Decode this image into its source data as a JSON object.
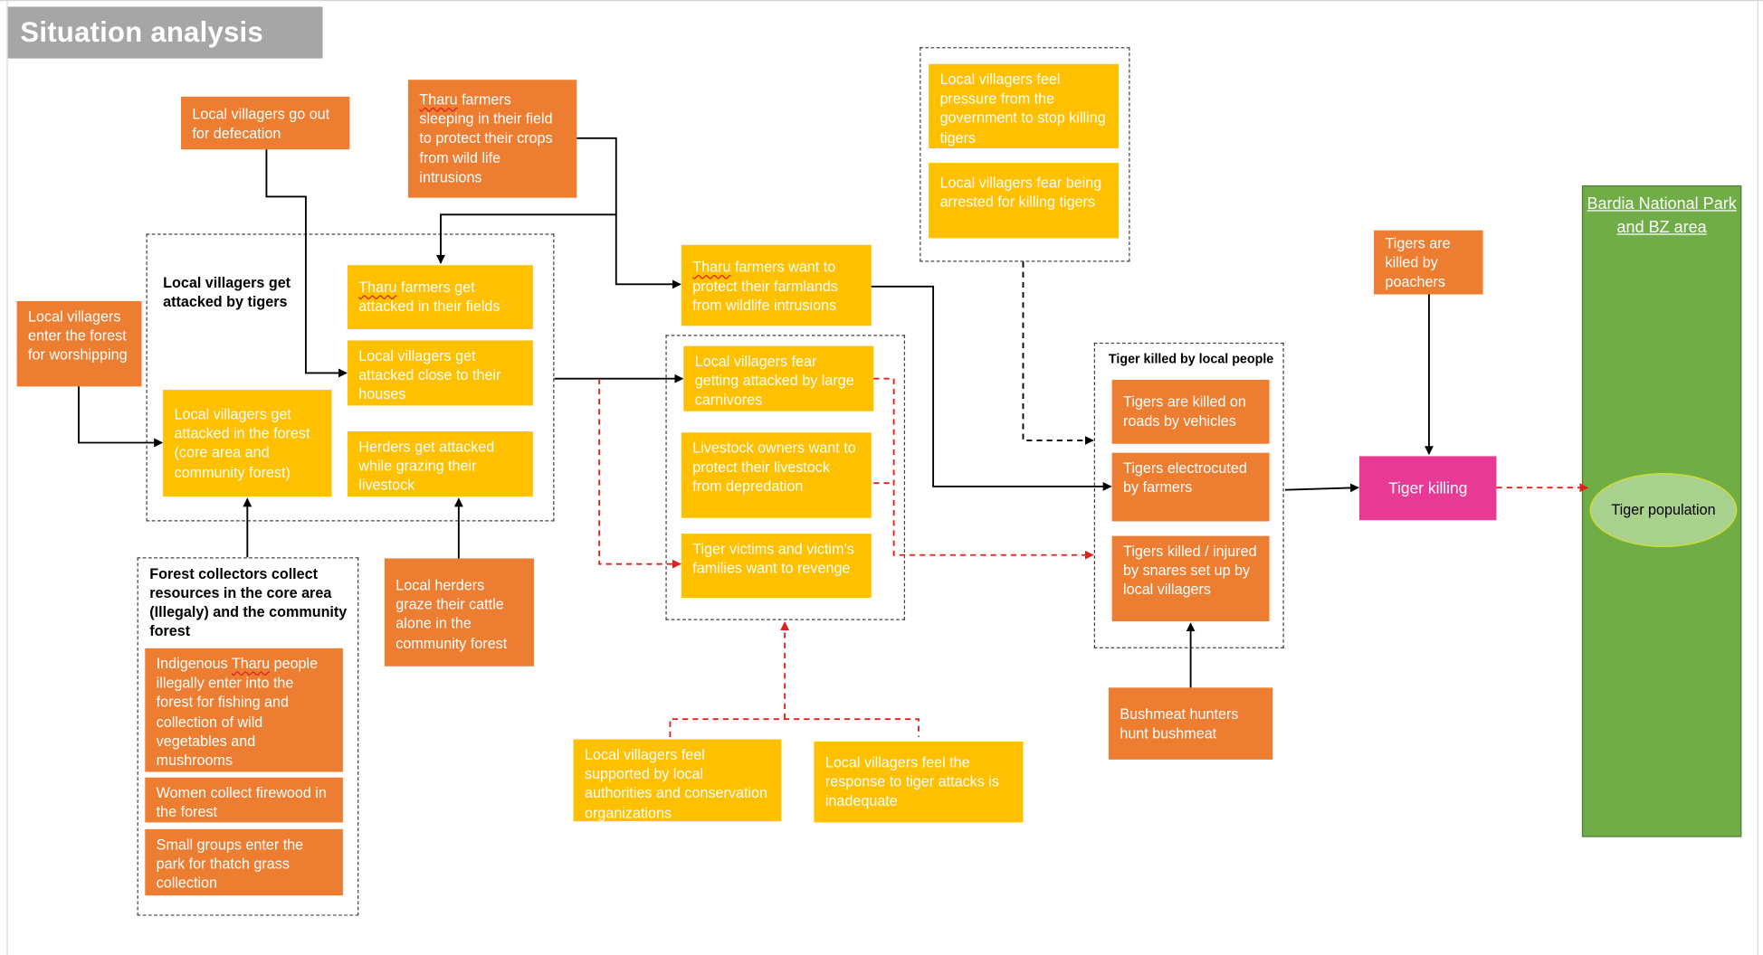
{
  "title": "Situation analysis",
  "groups": {
    "attacked": "Local villagers get attacked by tigers",
    "forest_collectors": "Forest collectors collect resources in the core area (Illegaly)  and the community forest",
    "tiger_killed": "Tiger killed by local people"
  },
  "boxes": {
    "defecation": "Local villagers go out for defecation",
    "tharu_sleeping": "Tharu farmers sleeping in their field to protect their crops from wild life intrusions",
    "worshipping": "Local villagers enter the forest for worshipping",
    "attacked_fields": "Tharu farmers get attacked in their fields",
    "attacked_houses": "Local villagers get attacked close to their houses",
    "attacked_forest": "Local villagers get attacked in the forest (core area and community forest)",
    "herders_attacked": "Herders get attacked while grazing their livestock",
    "fishing": "Indigenous Tharu people illegally enter into the forest for fishing and collection of wild vegetables and mushrooms",
    "firewood": "Women collect firewood in the forest",
    "thatch": "Small groups enter the park for thatch grass collection",
    "local_herders": "Local herders graze their cattle alone in the community forest",
    "protect_farmlands": "Tharu farmers want to protect their farmlands from wildlife intrusions",
    "fear_carnivores": "Local villagers fear getting attacked by large carnivores",
    "livestock_owners": "Livestock owners want to protect their livestock from depredation",
    "revenge": "Tiger victims and victim’s families want to revenge",
    "supported": "Local villagers feel supported by local authorities and conservation organizations",
    "inadequate": "Local villagers feel the response to tiger attacks is inadequate",
    "pressure": "Local villagers feel pressure from the government to stop killing tigers",
    "fear_arrest": "Local villagers fear being arrested for killing tigers",
    "roads": "Tigers are killed on roads by vehicles",
    "electrocuted": "Tigers electrocuted by farmers",
    "snares": "Tigers killed / injured by snares set up by local villagers",
    "bushmeat": "Bushmeat hunters hunt bushmeat",
    "poachers": "Tigers are killed by poachers",
    "tiger_killing": "Tiger killing"
  },
  "park": {
    "title": "Bardia  National Park  and BZ area",
    "population": "Tiger population"
  },
  "colors": {
    "orange": "#ed7d31",
    "yellow": "#ffc000",
    "pink": "#e83a94",
    "green": "#70ad47",
    "grey": "#a6a6a6",
    "red_dashed": "#e0211c"
  }
}
